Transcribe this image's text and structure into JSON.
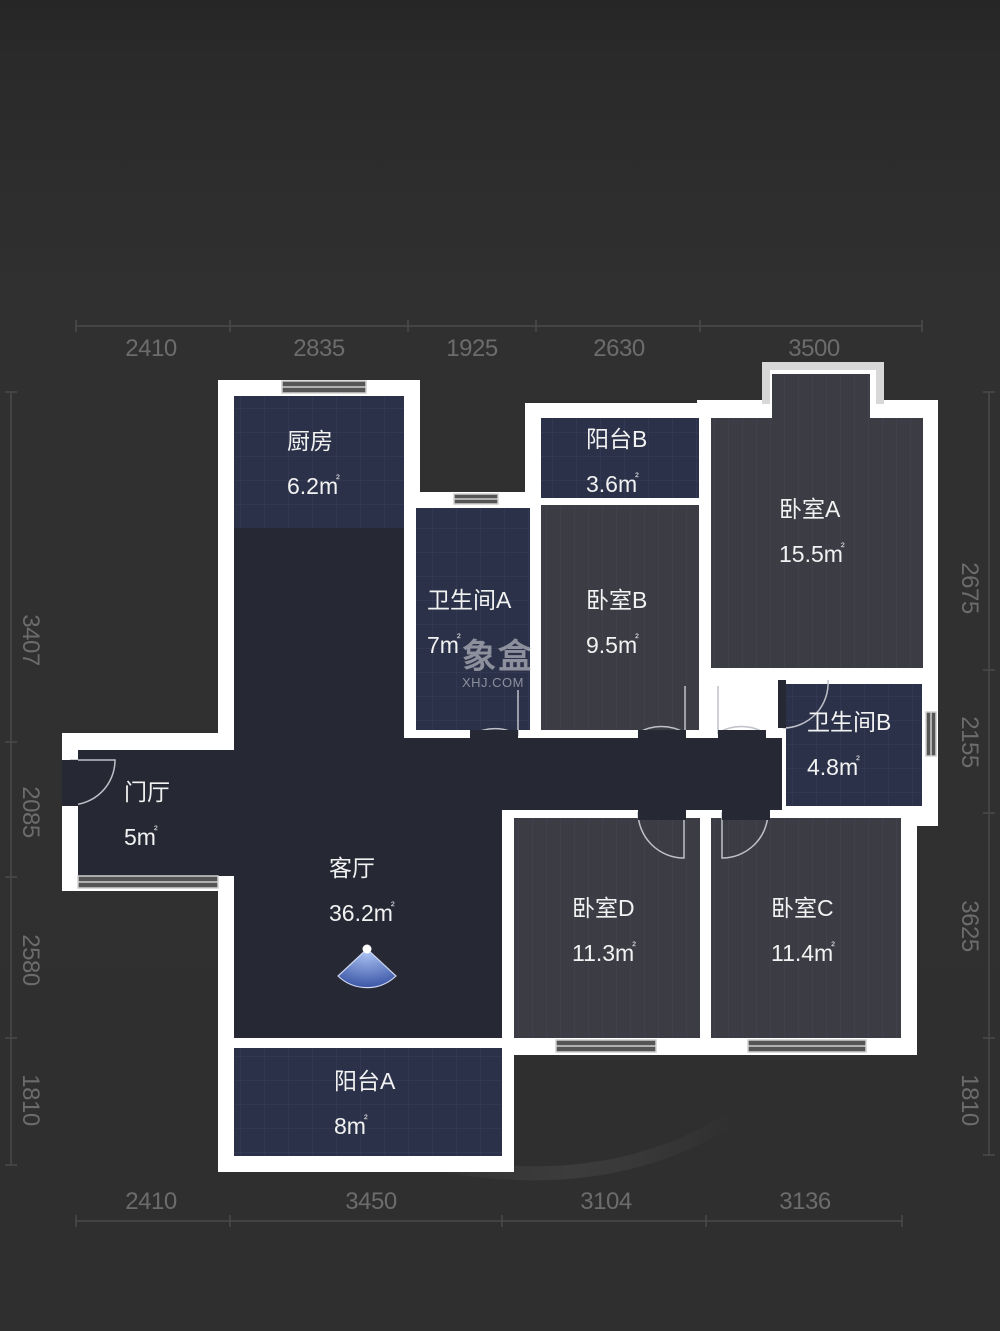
{
  "floorplan": {
    "colors": {
      "background": "#2d2d2d",
      "wall": "#ffffff",
      "room_blue": "#2b3148",
      "room_gray": "#3b3c44",
      "hall": "#262834",
      "dim_text": "#6c6c6c",
      "label_text": "#f2f2f2"
    },
    "dimensions": {
      "top": [
        "2410",
        "2835",
        "1925",
        "2630",
        "3500"
      ],
      "bottom": [
        "2410",
        "3450",
        "3104",
        "3136"
      ],
      "left": [
        "3407",
        "2085",
        "2580",
        "1810"
      ],
      "right": [
        "2675",
        "2155",
        "3625",
        "1810"
      ]
    },
    "rooms": [
      {
        "name": "厨房",
        "area": "6.2m",
        "sup": "²"
      },
      {
        "name": "阳台B",
        "area": "3.6m",
        "sup": "²"
      },
      {
        "name": "卧室A",
        "area": "15.5m",
        "sup": "²"
      },
      {
        "name": "卫生间A",
        "area": "7m",
        "sup": "²"
      },
      {
        "name": "卧室B",
        "area": "9.5m",
        "sup": "²"
      },
      {
        "name": "卫生间B",
        "area": "4.8m",
        "sup": "²"
      },
      {
        "name": "门厅",
        "area": "5m",
        "sup": "²"
      },
      {
        "name": "客厅",
        "area": "36.2m",
        "sup": "²"
      },
      {
        "name": "卧室D",
        "area": "11.3m",
        "sup": "²"
      },
      {
        "name": "卧室C",
        "area": "11.4m",
        "sup": "²"
      },
      {
        "name": "阳台A",
        "area": "8m",
        "sup": "²"
      }
    ],
    "watermark": {
      "cn": "象盒",
      "en": "XHJ.COM"
    },
    "viewpoint_icon": "camera-viewpoint-icon"
  }
}
